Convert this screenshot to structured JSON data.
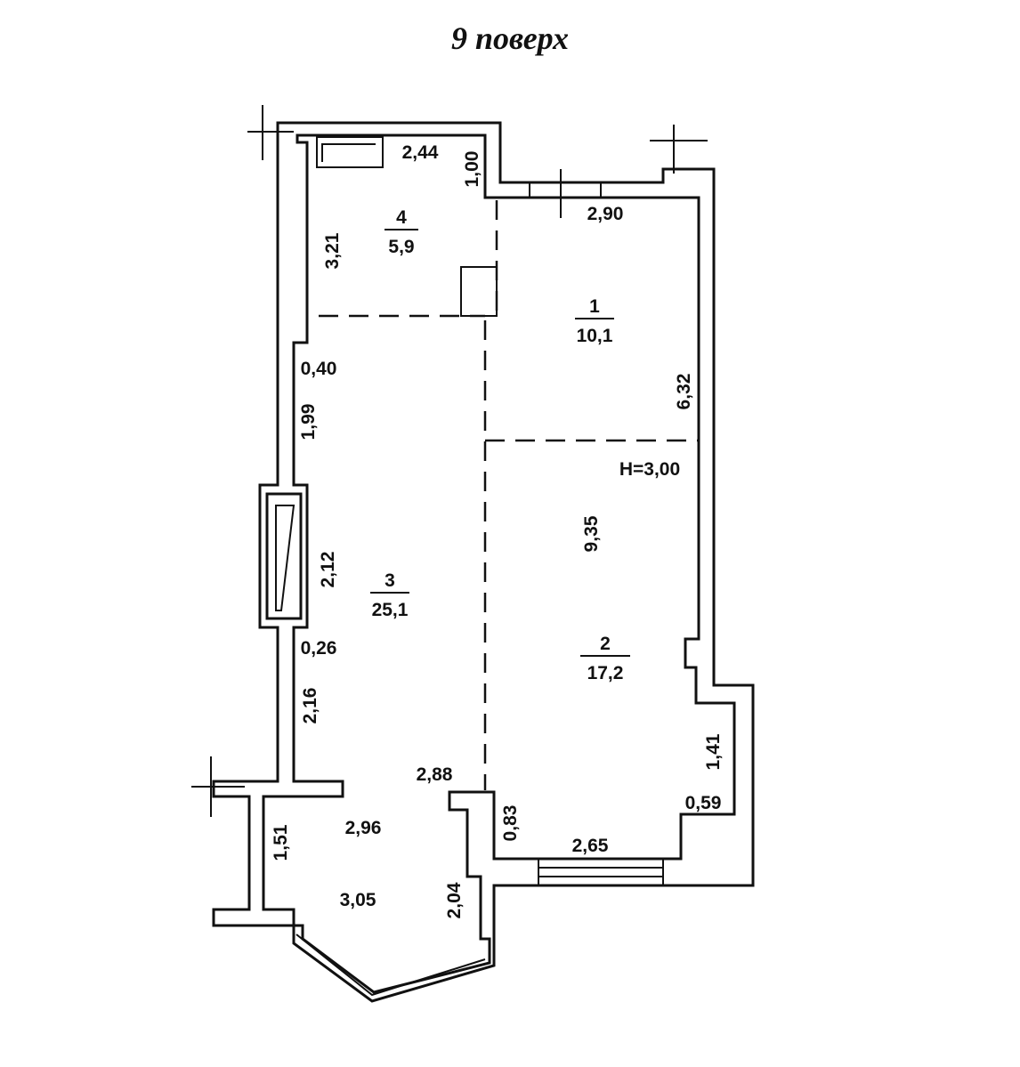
{
  "title": "9 поверх",
  "rooms": [
    {
      "number": "1",
      "area": "10,1"
    },
    {
      "number": "2",
      "area": "17,2"
    },
    {
      "number": "3",
      "area": "25,1"
    },
    {
      "number": "4",
      "area": "5,9"
    }
  ],
  "dimensions": {
    "d244": "2,44",
    "d100": "1,00",
    "d290": "2,90",
    "d321": "3,21",
    "d040": "0,40",
    "d199": "1,99",
    "d632": "6,32",
    "height": "H=3,00",
    "d935": "9,35",
    "d212": "2,12",
    "d026": "0,26",
    "d216": "2,16",
    "d141": "1,41",
    "d288": "2,88",
    "d059": "0,59",
    "d296": "2,96",
    "d083": "0,83",
    "d265": "2,65",
    "d151": "1,51",
    "d305": "3,05",
    "d204": "2,04"
  }
}
